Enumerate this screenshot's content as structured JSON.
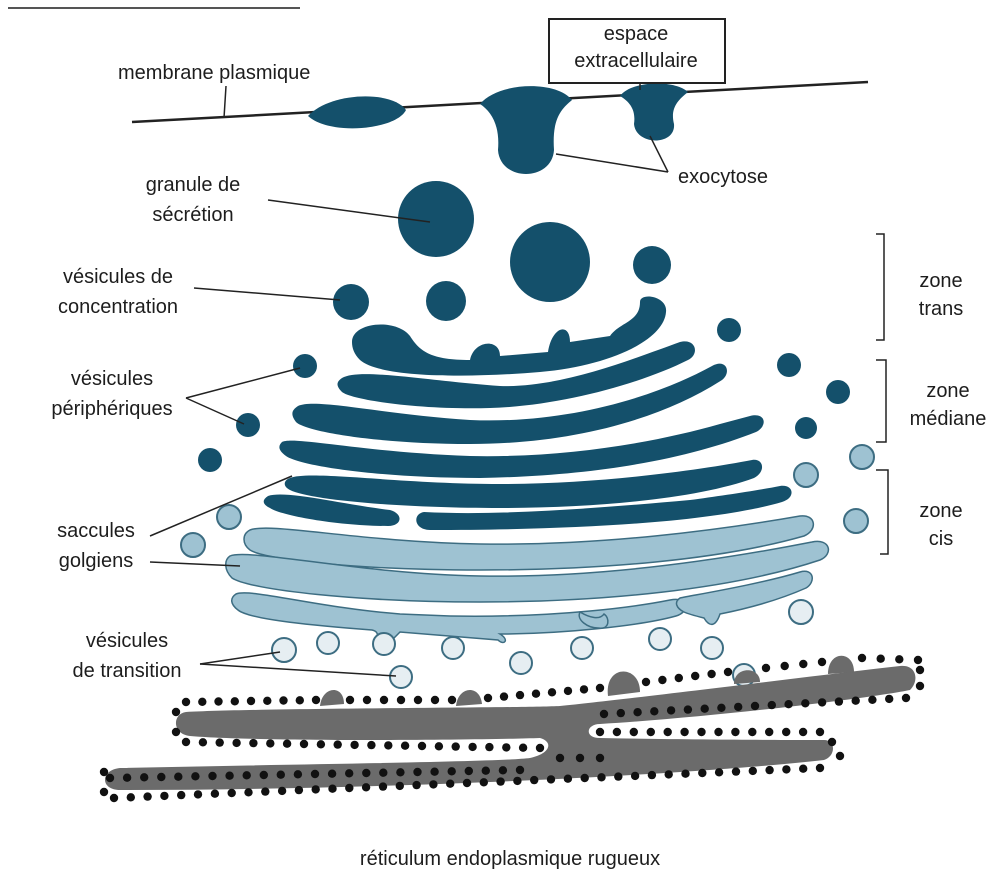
{
  "labels": {
    "membrane_plasmique": "membrane plasmique",
    "espace_extracellulaire_1": "espace",
    "espace_extracellulaire_2": "extracellulaire",
    "exocytose": "exocytose",
    "granule_1": "granule de",
    "granule_2": "sécrétion",
    "vesicules_concentration_1": "vésicules de",
    "vesicules_concentration_2": "concentration",
    "vesicules_peripheriques_1": "vésicules",
    "vesicules_peripheriques_2": "périphériques",
    "saccules_1": "saccules",
    "saccules_2": "golgiens",
    "vesicules_transition_1": "vésicules",
    "vesicules_transition_2": "de transition",
    "zone_trans_1": "zone",
    "zone_trans_2": "trans",
    "zone_mediane_1": "zone",
    "zone_mediane_2": "médiane",
    "zone_cis_1": "zone",
    "zone_cis_2": "cis",
    "reticulum": "réticulum endoplasmique rugueux"
  },
  "colors": {
    "dark_blue": "#14506b",
    "light_blue": "#9ec2d2",
    "light_blue_stroke": "#3d6d82",
    "grey_er": "#6b6b6b",
    "ribosome": "#111111",
    "line": "#222222"
  }
}
